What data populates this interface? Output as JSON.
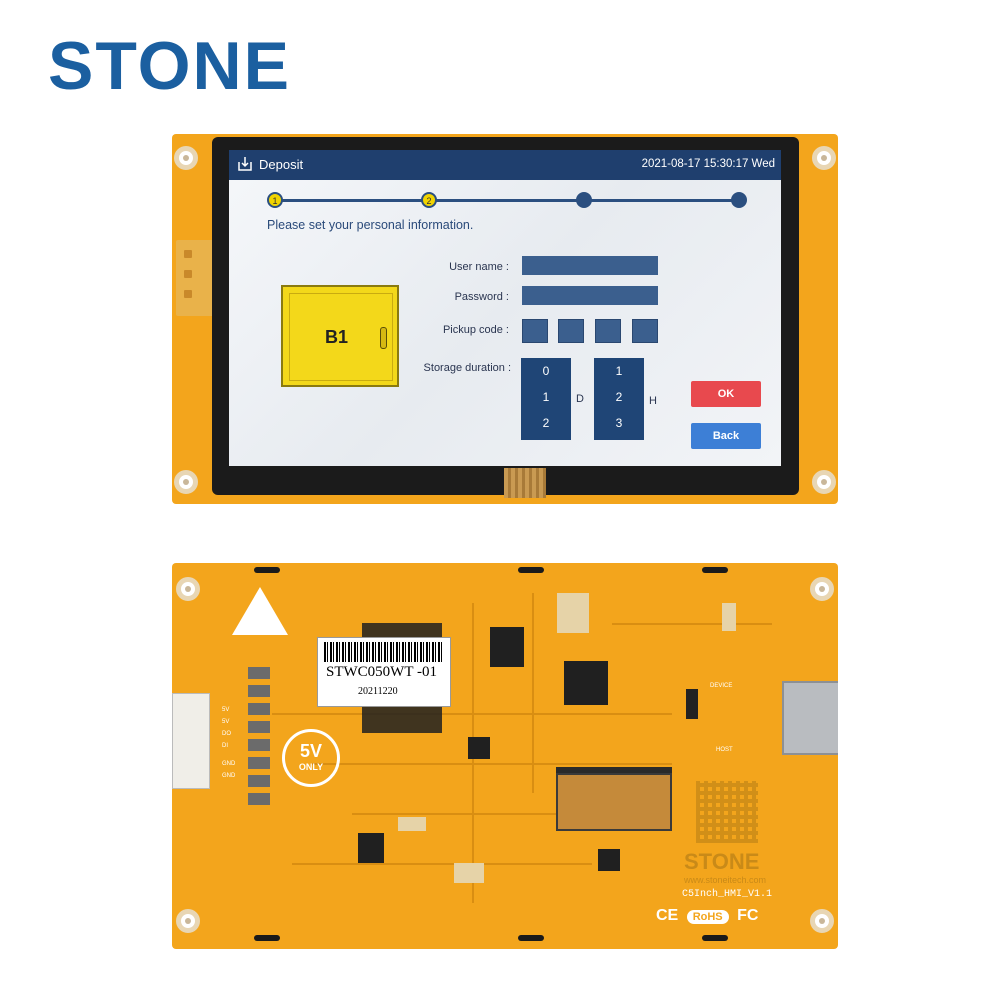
{
  "brand": "STONE",
  "screen": {
    "header": {
      "title": "Deposit",
      "datetime": "2021-08-17 15:30:17 Wed"
    },
    "steps": [
      {
        "label": "1",
        "state": "done"
      },
      {
        "label": "2",
        "state": "done"
      },
      {
        "label": "",
        "state": "todo"
      },
      {
        "label": "",
        "state": "todo"
      }
    ],
    "prompt": "Please set your personal information.",
    "locker_label": "B1",
    "form": {
      "username_label": "User name :",
      "password_label": "Password :",
      "pickup_label": "Pickup code :",
      "storage_label": "Storage duration :"
    },
    "days_roller": [
      "0",
      "1",
      "2"
    ],
    "days_unit": "D",
    "hours_roller": [
      "1",
      "2",
      "3"
    ],
    "hours_unit": "H",
    "ok_label": "OK",
    "back_label": "Back"
  },
  "back_board": {
    "sticker_model": "STWC050WT -01",
    "sticker_date": "20211220",
    "voltage_badge": "5V",
    "voltage_note": "ONLY",
    "silk_brand": "STONE",
    "silk_url": "www.stoneitech.com",
    "silk_model": "C5Inch_HMI_V1.1",
    "cert_rohs": "RoHS",
    "cert_ce": "CE",
    "cert_fc": "FC",
    "usb_device": "DEVICE",
    "usb_host": "HOST",
    "pin_labels": [
      "5V",
      "5V",
      "DO",
      "DI",
      "GND",
      "GND"
    ]
  },
  "colors": {
    "brand": "#1b5fa0",
    "pcb": "#f3a51c",
    "header": "#1f3f6e",
    "ok": "#e8494e",
    "back": "#3d7fd6",
    "locker": "#f3d81a"
  }
}
